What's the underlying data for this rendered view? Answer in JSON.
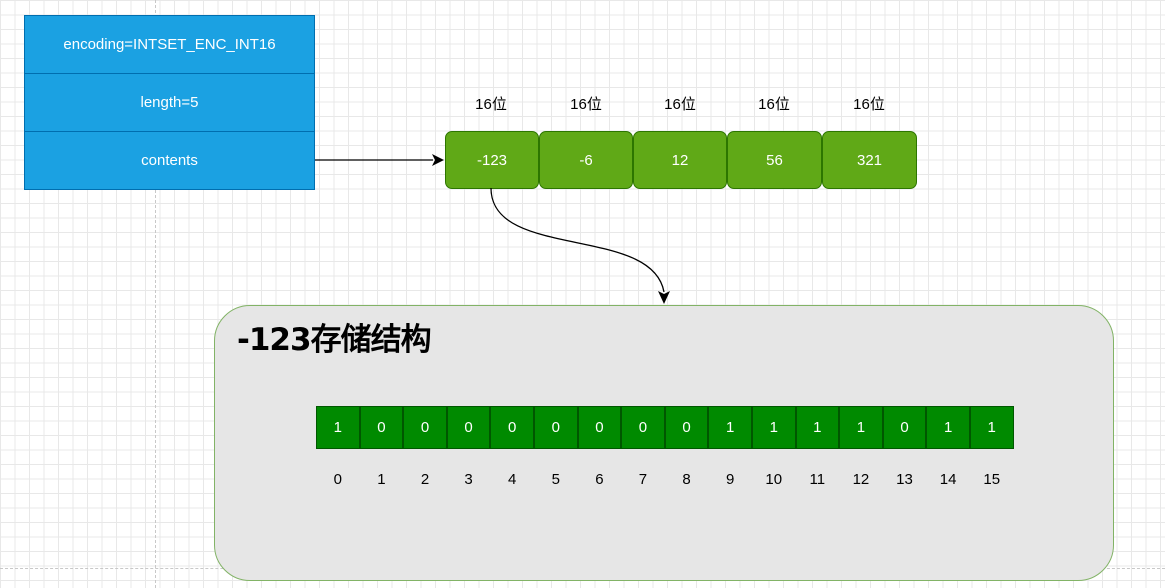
{
  "intset": {
    "encoding": "encoding=INTSET_ENC_INT16",
    "length": "length=5",
    "contents": "contents"
  },
  "bit_width_label": "16位",
  "contents_values": [
    "-123",
    "-6",
    "12",
    "56",
    "321"
  ],
  "detail": {
    "title": "-123存储结构",
    "bits": [
      "1",
      "0",
      "0",
      "0",
      "0",
      "0",
      "0",
      "0",
      "0",
      "1",
      "1",
      "1",
      "1",
      "0",
      "1",
      "1"
    ],
    "indices": [
      "0",
      "1",
      "2",
      "3",
      "4",
      "5",
      "6",
      "7",
      "8",
      "9",
      "10",
      "11",
      "12",
      "13",
      "14",
      "15"
    ]
  },
  "colors": {
    "struct_fill": "#1ba1e2",
    "cell_fill": "#60a917",
    "bit_fill": "#008a00",
    "panel_fill": "#e6e6e6"
  }
}
